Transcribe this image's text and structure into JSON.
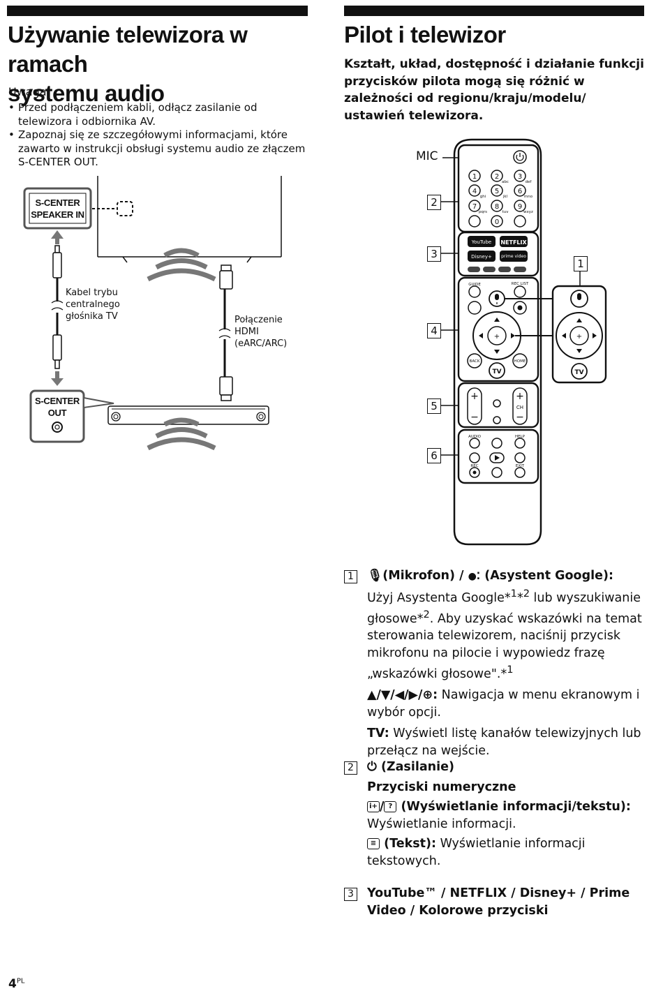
{
  "left": {
    "title_line1": "Używanie telewizora w ramach",
    "title_line2": "systemu audio",
    "note_title": "Uwaga",
    "notes": [
      "Przed podłączeniem kabli, odłącz zasilanie od telewizora i odbiornika AV.",
      "Zapoznaj się ze szczegółowymi informacjami, które zawarto w instrukcji obsługi systemu audio ze złączem S-CENTER OUT."
    ],
    "diagram": {
      "speaker_in_line1": "S-CENTER",
      "speaker_in_line2": "SPEAKER IN",
      "center_out_line1": "S-CENTER",
      "center_out_line2": "OUT",
      "cable_label_line1": "Kabel trybu",
      "cable_label_line2": "centralnego",
      "cable_label_line3": "głośnika TV",
      "hdmi_label_line1": "Połączenie",
      "hdmi_label_line2": "HDMI",
      "hdmi_label_line3": "(eARC/ARC)"
    }
  },
  "right": {
    "title": "Pilot i telewizor",
    "lead": "Kształt, układ, dostępność i działanie funkcji przycisków pilota mogą się różnić w zależności od regionu/kraju/modelu/ ustawień telewizora.",
    "remote": {
      "mic_label": "MIC",
      "section_labels": [
        "2",
        "3",
        "4",
        "5",
        "6",
        "1"
      ],
      "digits": [
        "1",
        "2",
        "3",
        "4",
        "5",
        "6",
        "7",
        "8",
        "9",
        "0"
      ],
      "digit_letters": [
        "abc",
        "def",
        "ghi",
        "jkl",
        "mno",
        "pqrs",
        "tuv",
        "wxyz"
      ],
      "apps": [
        "YouTube",
        "NETFLIX",
        "Disney+",
        "prime video"
      ],
      "button_labels": {
        "guide": "GUIDE",
        "rec_list": "REC LIST",
        "back": "BACK",
        "home": "HOME",
        "tv": "TV",
        "ch": "CH",
        "audio": "AUDIO",
        "help": "HELP",
        "rec": "REC",
        "exit": "EXIT"
      },
      "colors": {
        "red": "#c83232",
        "green": "#3a9a3a",
        "yellow": "#d9b400",
        "blue": "#2f5fbf"
      }
    },
    "items": [
      {
        "num": "1",
        "heading_a": "(Mikrofon) / ",
        "heading_b": "(Asystent Google):",
        "text_a": "Użyj Asystenta Google*",
        "sup_a": "1",
        "text_b": "*",
        "sup_b": "2",
        "text_c": " lub wyszukiwanie głosowe*",
        "sup_c": "2",
        "text_d": ". Aby uzyskać wskazówki na temat sterowania telewizorem, naciśnij przycisk mikrofonu na pilocie i wypowiedz frazę „wskazówki głosowe\".*",
        "sup_d": "1",
        "nav_head": "▲/▼/◀/▶/",
        "nav_colon": ":",
        "nav_text": " Nawigacja w menu ekranowym i wybór opcji.",
        "tv_head": "TV:",
        "tv_text": " Wyświetl listę kanałów telewizyjnych lub przełącz na wejście."
      },
      {
        "num": "2",
        "power_head": "(Zasilanie)",
        "numeric_head": "Przyciski numeryczne",
        "info_head": "(Wyświetlanie informacji/tekstu):",
        "info_text": "Wyświetlanie informacji.",
        "text_head": "(Tekst):",
        "text_text": " Wyświetlanie informacji tekstowych."
      },
      {
        "num": "3",
        "heading": "YouTube™ / NETFLIX / Disney+ / Prime Video / Kolorowe przyciski"
      }
    ]
  },
  "footer": {
    "page": "4",
    "lang": "PL"
  }
}
